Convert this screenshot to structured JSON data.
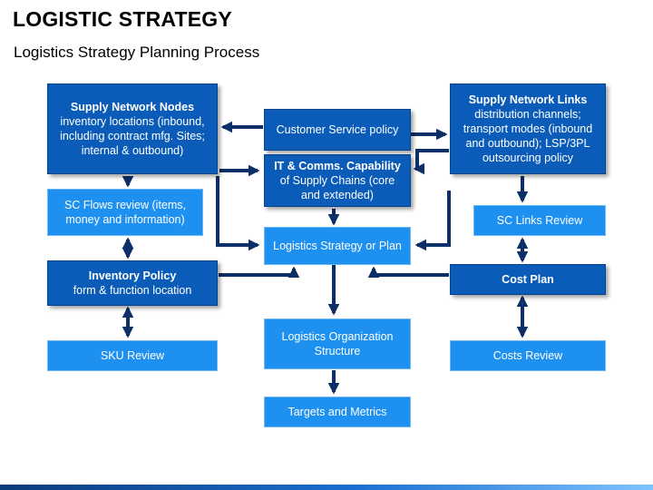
{
  "title": "LOGISTIC STRATEGY",
  "subtitle": "Logistics Strategy Planning Process",
  "colors": {
    "dark_box": "#0a5cb8",
    "light_box": "#1e90f0",
    "arrow": "#0b2f66"
  },
  "nodes": {
    "supply_network_nodes": {
      "head": "Supply Network Nodes",
      "body": "inventory locations (inbound, including contract mfg. Sites; internal & outbound)"
    },
    "customer_service_policy": {
      "head": "",
      "body": "Customer Service policy"
    },
    "supply_network_links": {
      "head": "Supply Network Links",
      "body": "distribution channels; transport modes (inbound and outbound); LSP/3PL outsourcing policy"
    },
    "it_comms_capability": {
      "head": "IT & Comms. Capability",
      "body": "of Supply Chains (core and extended)"
    },
    "sc_flows_review": {
      "head": "",
      "body": "SC Flows review (items, money and information)"
    },
    "sc_links_review": {
      "head": "",
      "body": "SC Links Review"
    },
    "logistics_strategy_plan": {
      "head": "",
      "body": "Logistics Strategy or Plan"
    },
    "inventory_policy": {
      "head": "Inventory Policy",
      "body": "form & function location"
    },
    "cost_plan": {
      "head": "Cost Plan",
      "body": ""
    },
    "logistics_org_structure": {
      "head": "",
      "body": "Logistics Organization Structure"
    },
    "sku_review": {
      "head": "",
      "body": "SKU Review"
    },
    "costs_review": {
      "head": "",
      "body": "Costs Review"
    },
    "targets_metrics": {
      "head": "",
      "body": "Targets and Metrics"
    }
  }
}
